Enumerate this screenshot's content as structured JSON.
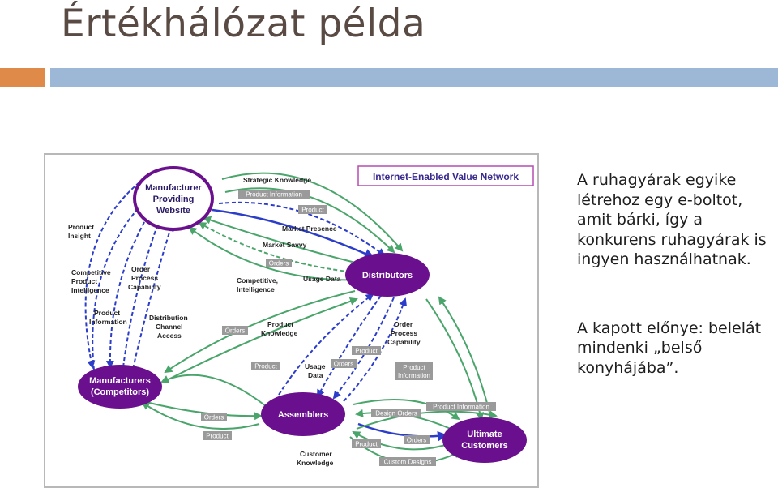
{
  "slide": {
    "title": "Értékhálózat példa",
    "accent_orange": "#e08a4a",
    "accent_blue": "#9db7d6"
  },
  "diagram": {
    "title": "Internet-Enabled Value Network",
    "node_color": "#6a0f8e",
    "arrow_green": "#4aa56b",
    "arrow_blue": "#2c3ec9",
    "nodes": {
      "manufacturer_website": [
        "Manufacturer",
        "Providing",
        "Website"
      ],
      "distributors": "Distributors",
      "competitors": [
        "Manufacturers",
        "(Competitors)"
      ],
      "assemblers": "Assemblers",
      "customers": [
        "Ultimate",
        "Customers"
      ]
    },
    "plain_labels": {
      "strategic_knowledge": "Strategic Knowledge",
      "market_presence": "Market Presence",
      "market_savvy": "Market Savvy",
      "usage_data_1": "Usage Data",
      "product_insight": [
        "Product",
        "Insight"
      ],
      "competitive_product_intelligence": [
        "Competitive",
        "Product",
        "Intelligence"
      ],
      "order_process_capability_1": [
        "Order",
        "Process",
        "Capability"
      ],
      "product_information_1": [
        "Product",
        "Information"
      ],
      "distribution_channel_access": [
        "Distribution",
        "Channel",
        "Access"
      ],
      "competitive_intelligence": [
        "Competitive,",
        "Intelligence"
      ],
      "product_knowledge": [
        "Product",
        "Knowledge"
      ],
      "order_process_capability_2": [
        "Order",
        "Process",
        "Capability"
      ],
      "usage_data_2": [
        "Usage",
        "Data"
      ],
      "customer_knowledge": [
        "Customer",
        "Knowledge"
      ]
    },
    "box_labels": {
      "product_information_top": "Product Information",
      "product_top": "Product",
      "orders_top": "Orders",
      "orders_left": "Orders",
      "product_left": "Product",
      "product_mid": "Product",
      "orders_mid": "Orders",
      "product_information_mid": [
        "Product",
        "Information"
      ],
      "product_information_right": "Product Information",
      "orders_bottom_left": "Orders",
      "product_bottom_left": "Product",
      "design_orders": "Design Orders",
      "orders_bottom_right": "Orders",
      "product_bottom": "Product",
      "custom_designs": "Custom Designs"
    }
  },
  "text": {
    "paragraph_1": "A ruhagyárak egyike létrehoz egy e-boltot, amit bárki, így a konkurens ruhagyárak is ingyen használhatnak.",
    "paragraph_2": "A kapott előnye: belelát mindenki „belső konyhájába”."
  }
}
